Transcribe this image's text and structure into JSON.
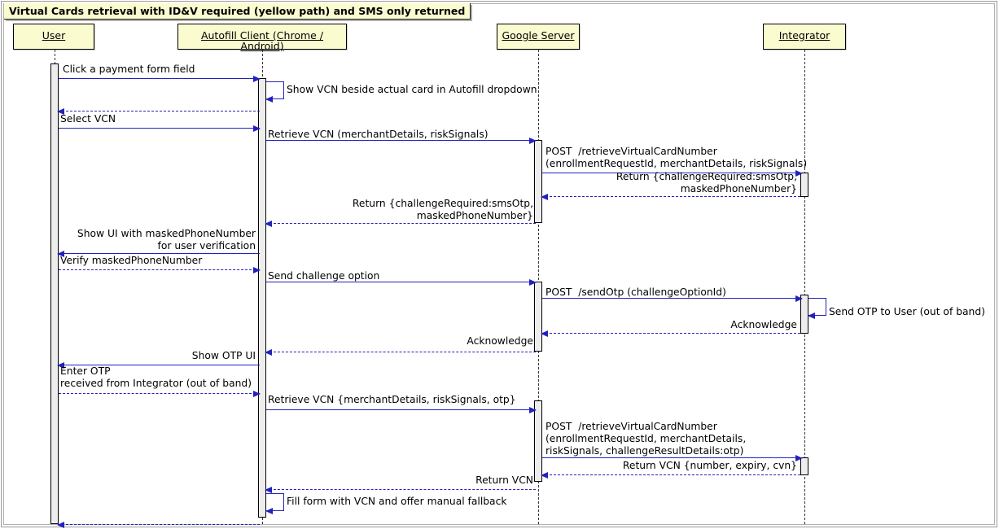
{
  "frame": {
    "title": "Virtual Cards retrieval with ID&V required (yellow path) and SMS only returned",
    "border_color": "#9a9a9a",
    "title_bg": "#fbfbd0"
  },
  "theme": {
    "participant_bg": "#fbfbd0",
    "participant_border": "#000000",
    "arrow_color": "#2222bb",
    "activation_bg": "#ededed",
    "lifeline_color": "#343434"
  },
  "participants": [
    {
      "id": "user",
      "label": "User"
    },
    {
      "id": "autofill",
      "label": "Autofill Client (Chrome / Android)"
    },
    {
      "id": "google",
      "label": "Google Server"
    },
    {
      "id": "integrator",
      "label": "Integrator"
    }
  ],
  "messages": [
    {
      "id": "m1",
      "from": "user",
      "to": "autofill",
      "label": "Click a payment form field",
      "style": "solid",
      "dir": "right"
    },
    {
      "id": "m2",
      "from": "autofill",
      "to": "autofill",
      "label": "Show VCN beside actual card in Autofill dropdown",
      "style": "self",
      "dir": "self"
    },
    {
      "id": "m3",
      "from": "autofill",
      "to": "user",
      "label": "",
      "style": "dashed",
      "dir": "left"
    },
    {
      "id": "m4",
      "from": "user",
      "to": "autofill",
      "label": "Select VCN",
      "style": "solid",
      "dir": "right"
    },
    {
      "id": "m5",
      "from": "autofill",
      "to": "google",
      "label": "Retrieve VCN (merchantDetails, riskSignals)",
      "style": "solid",
      "dir": "right"
    },
    {
      "id": "m6",
      "from": "google",
      "to": "integrator",
      "label": "POST  /retrieveVirtualCardNumber\n(enrollmentRequestId, merchantDetails, riskSignals)",
      "style": "solid",
      "dir": "right"
    },
    {
      "id": "m7",
      "from": "integrator",
      "to": "google",
      "label": "Return {challengeRequired:smsOtp,\nmaskedPhoneNumber}",
      "style": "dashed",
      "dir": "left"
    },
    {
      "id": "m8",
      "from": "google",
      "to": "autofill",
      "label": "Return {challengeRequired:smsOtp,\nmaskedPhoneNumber}",
      "style": "dashed",
      "dir": "left"
    },
    {
      "id": "m9",
      "from": "autofill",
      "to": "user",
      "label": "Show UI with maskedPhoneNumber\nfor user verification",
      "style": "solid",
      "dir": "left"
    },
    {
      "id": "m10",
      "from": "user",
      "to": "autofill",
      "label": "Verify maskedPhoneNumber",
      "style": "dashed",
      "dir": "right"
    },
    {
      "id": "m11",
      "from": "autofill",
      "to": "google",
      "label": "Send challenge option",
      "style": "solid",
      "dir": "right"
    },
    {
      "id": "m12",
      "from": "google",
      "to": "integrator",
      "label": "POST  /sendOtp (challengeOptionId)",
      "style": "solid",
      "dir": "right"
    },
    {
      "id": "m13",
      "from": "integrator",
      "to": "integrator",
      "label": "Send OTP to User (out of band)",
      "style": "self",
      "dir": "self"
    },
    {
      "id": "m14",
      "from": "integrator",
      "to": "google",
      "label": "Acknowledge",
      "style": "dashed",
      "dir": "left"
    },
    {
      "id": "m15",
      "from": "google",
      "to": "autofill",
      "label": "Acknowledge",
      "style": "dashed",
      "dir": "left"
    },
    {
      "id": "m16",
      "from": "autofill",
      "to": "user",
      "label": "Show OTP UI",
      "style": "solid",
      "dir": "left"
    },
    {
      "id": "m17",
      "from": "user",
      "to": "autofill",
      "label": "Enter OTP\nreceived from Integrator (out of band)",
      "style": "dashed",
      "dir": "right"
    },
    {
      "id": "m18",
      "from": "autofill",
      "to": "google",
      "label": "Retrieve VCN {merchantDetails, riskSignals, otp}",
      "style": "solid",
      "dir": "right"
    },
    {
      "id": "m19",
      "from": "google",
      "to": "integrator",
      "label": "POST  /retrieveVirtualCardNumber\n(enrollmentRequestId, merchantDetails,\nriskSignals, challengeResultDetails:otp)",
      "style": "solid",
      "dir": "right"
    },
    {
      "id": "m20",
      "from": "integrator",
      "to": "google",
      "label": "Return VCN {number, expiry, cvn}",
      "style": "dashed",
      "dir": "left"
    },
    {
      "id": "m21",
      "from": "google",
      "to": "autofill",
      "label": "Return VCN",
      "style": "dashed",
      "dir": "left"
    },
    {
      "id": "m22",
      "from": "autofill",
      "to": "autofill",
      "label": "Fill form with VCN and offer manual fallback",
      "style": "self",
      "dir": "self"
    },
    {
      "id": "m23",
      "from": "autofill",
      "to": "user",
      "label": "",
      "style": "dashed",
      "dir": "left"
    }
  ]
}
